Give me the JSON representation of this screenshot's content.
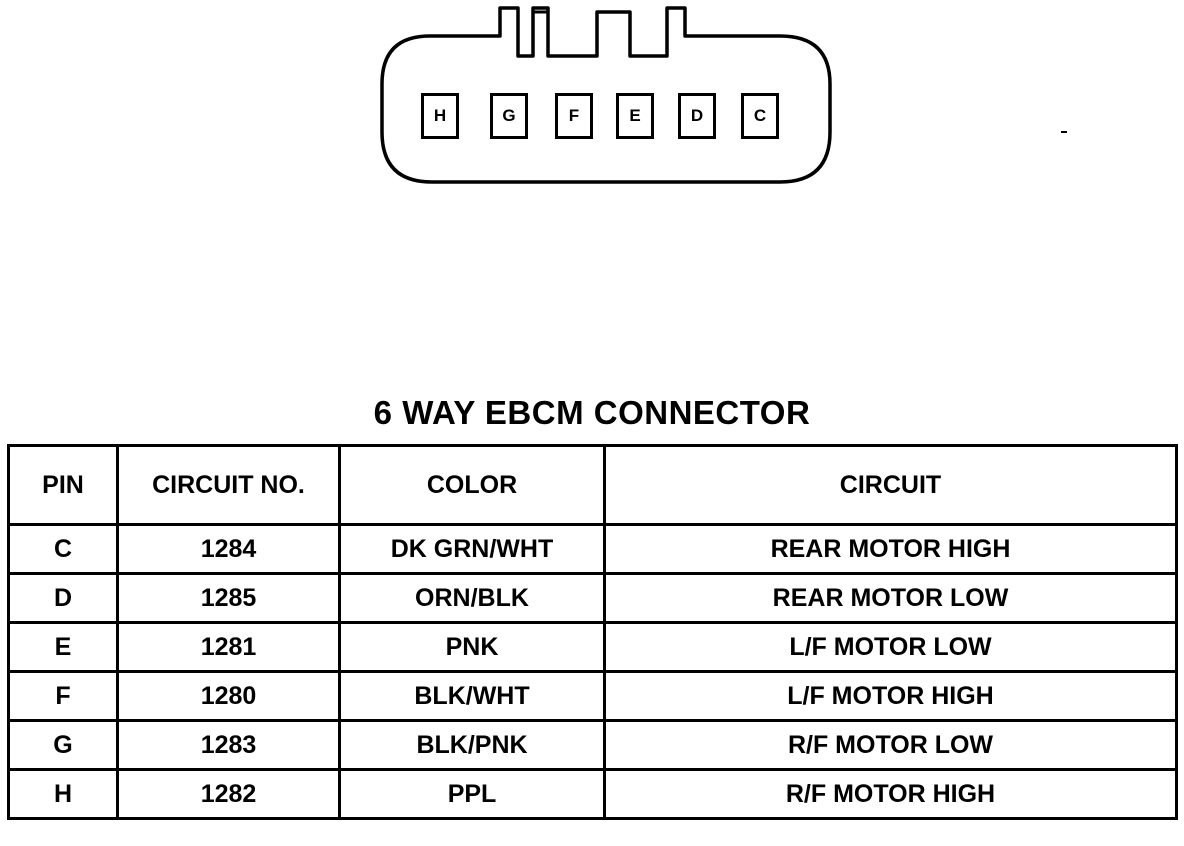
{
  "connector": {
    "pins": [
      "H",
      "G",
      "F",
      "E",
      "D",
      "C"
    ]
  },
  "title": "6 WAY EBCM CONNECTOR",
  "table": {
    "headers": [
      "PIN",
      "CIRCUIT NO.",
      "COLOR",
      "CIRCUIT"
    ],
    "rows": [
      [
        "C",
        "1284",
        "DK GRN/WHT",
        "REAR MOTOR HIGH"
      ],
      [
        "D",
        "1285",
        "ORN/BLK",
        "REAR MOTOR LOW"
      ],
      [
        "E",
        "1281",
        "PNK",
        "L/F MOTOR LOW"
      ],
      [
        "F",
        "1280",
        "BLK/WHT",
        "L/F MOTOR HIGH"
      ],
      [
        "G",
        "1283",
        "BLK/PNK",
        "R/F MOTOR LOW"
      ],
      [
        "H",
        "1282",
        "PPL",
        "R/F MOTOR HIGH"
      ]
    ]
  }
}
